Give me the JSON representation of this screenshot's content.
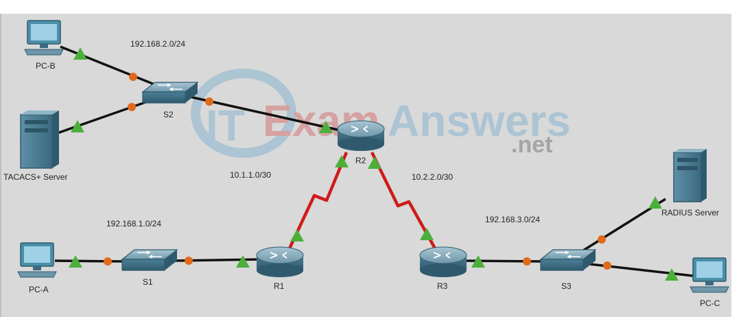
{
  "topology": {
    "networks": {
      "lan_b": "192.168.2.0/24",
      "lan_a": "192.168.1.0/24",
      "lan_c": "192.168.3.0/24",
      "wan_r1_r2": "10.1.1.0/30",
      "wan_r2_r3": "10.2.2.0/30"
    },
    "devices": {
      "pc_b": "PC-B",
      "pc_a": "PC-A",
      "pc_c": "PC-C",
      "s1": "S1",
      "s2": "S2",
      "s3": "S3",
      "r1": "R1",
      "r2": "R2",
      "r3": "R3",
      "tacacs": "TACACS+ Server",
      "radius": "RADIUS Server"
    },
    "icons": {
      "pc": "pc-icon",
      "server": "server-icon",
      "switch": "switch-icon",
      "router": "router-icon"
    }
  },
  "watermark": {
    "logo": "IT",
    "brand_exam": "Exam",
    "brand_answers": "Answers",
    "suffix": ".net"
  },
  "colors": {
    "ethernet": "#111111",
    "serial": "#d01a1a",
    "link_up": "#4caf3a",
    "link_orange": "#e06a1a",
    "device_blue": "#4a8fa8",
    "canvas": "#d9d9d9"
  }
}
